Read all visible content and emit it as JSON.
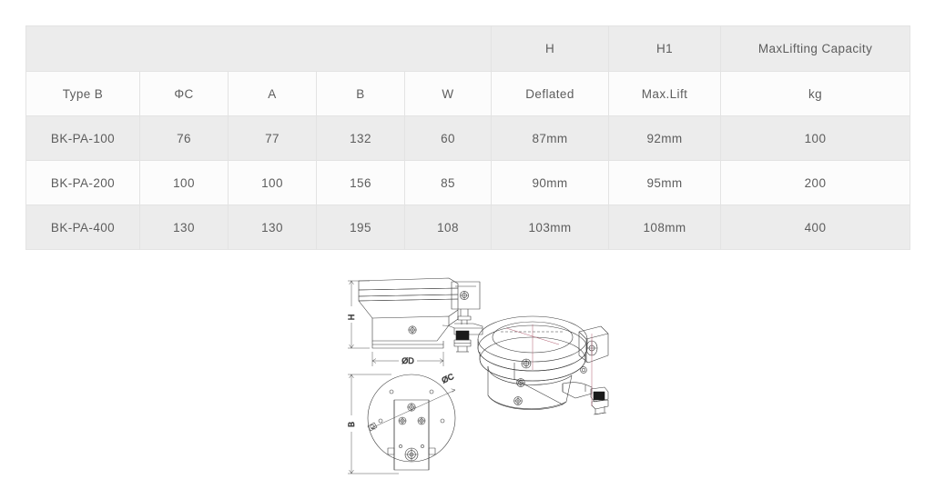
{
  "spec_table": {
    "header_top": {
      "blank_label": "",
      "h": "H",
      "h1": "H1",
      "capacity": "MaxLifting Capacity"
    },
    "header_sub": {
      "type": "Type B",
      "phi_c": "ΦC",
      "a": "A",
      "b": "B",
      "w": "W",
      "h_sub": "Deflated",
      "h1_sub": "Max.Lift",
      "capacity_sub": "kg"
    },
    "rows": [
      {
        "type": "BK-PA-100",
        "phi_c": "76",
        "a": "77",
        "b": "132",
        "w": "60",
        "h": "87mm",
        "h1": "92mm",
        "capacity": "100"
      },
      {
        "type": "BK-PA-200",
        "phi_c": "100",
        "a": "100",
        "b": "156",
        "w": "85",
        "h": "90mm",
        "h1": "95mm",
        "capacity": "200"
      },
      {
        "type": "BK-PA-400",
        "phi_c": "130",
        "a": "130",
        "b": "195",
        "w": "108",
        "h": "103mm",
        "h1": "108mm",
        "capacity": "400"
      }
    ],
    "colors": {
      "header_bg": "#ececec",
      "shade_row_bg": "#ececec",
      "plain_row_bg": "#fcfcfc",
      "border": "#e3e3e3",
      "text": "#5d5d5d"
    }
  },
  "drawing": {
    "side_view": {
      "height_label": "H",
      "diameter_label": "ØD"
    },
    "plan_view": {
      "width_label": "B",
      "bolt_circle_label": "ØC"
    },
    "iso_view": {
      "label": ""
    },
    "line_color": "#3c3c3c"
  }
}
